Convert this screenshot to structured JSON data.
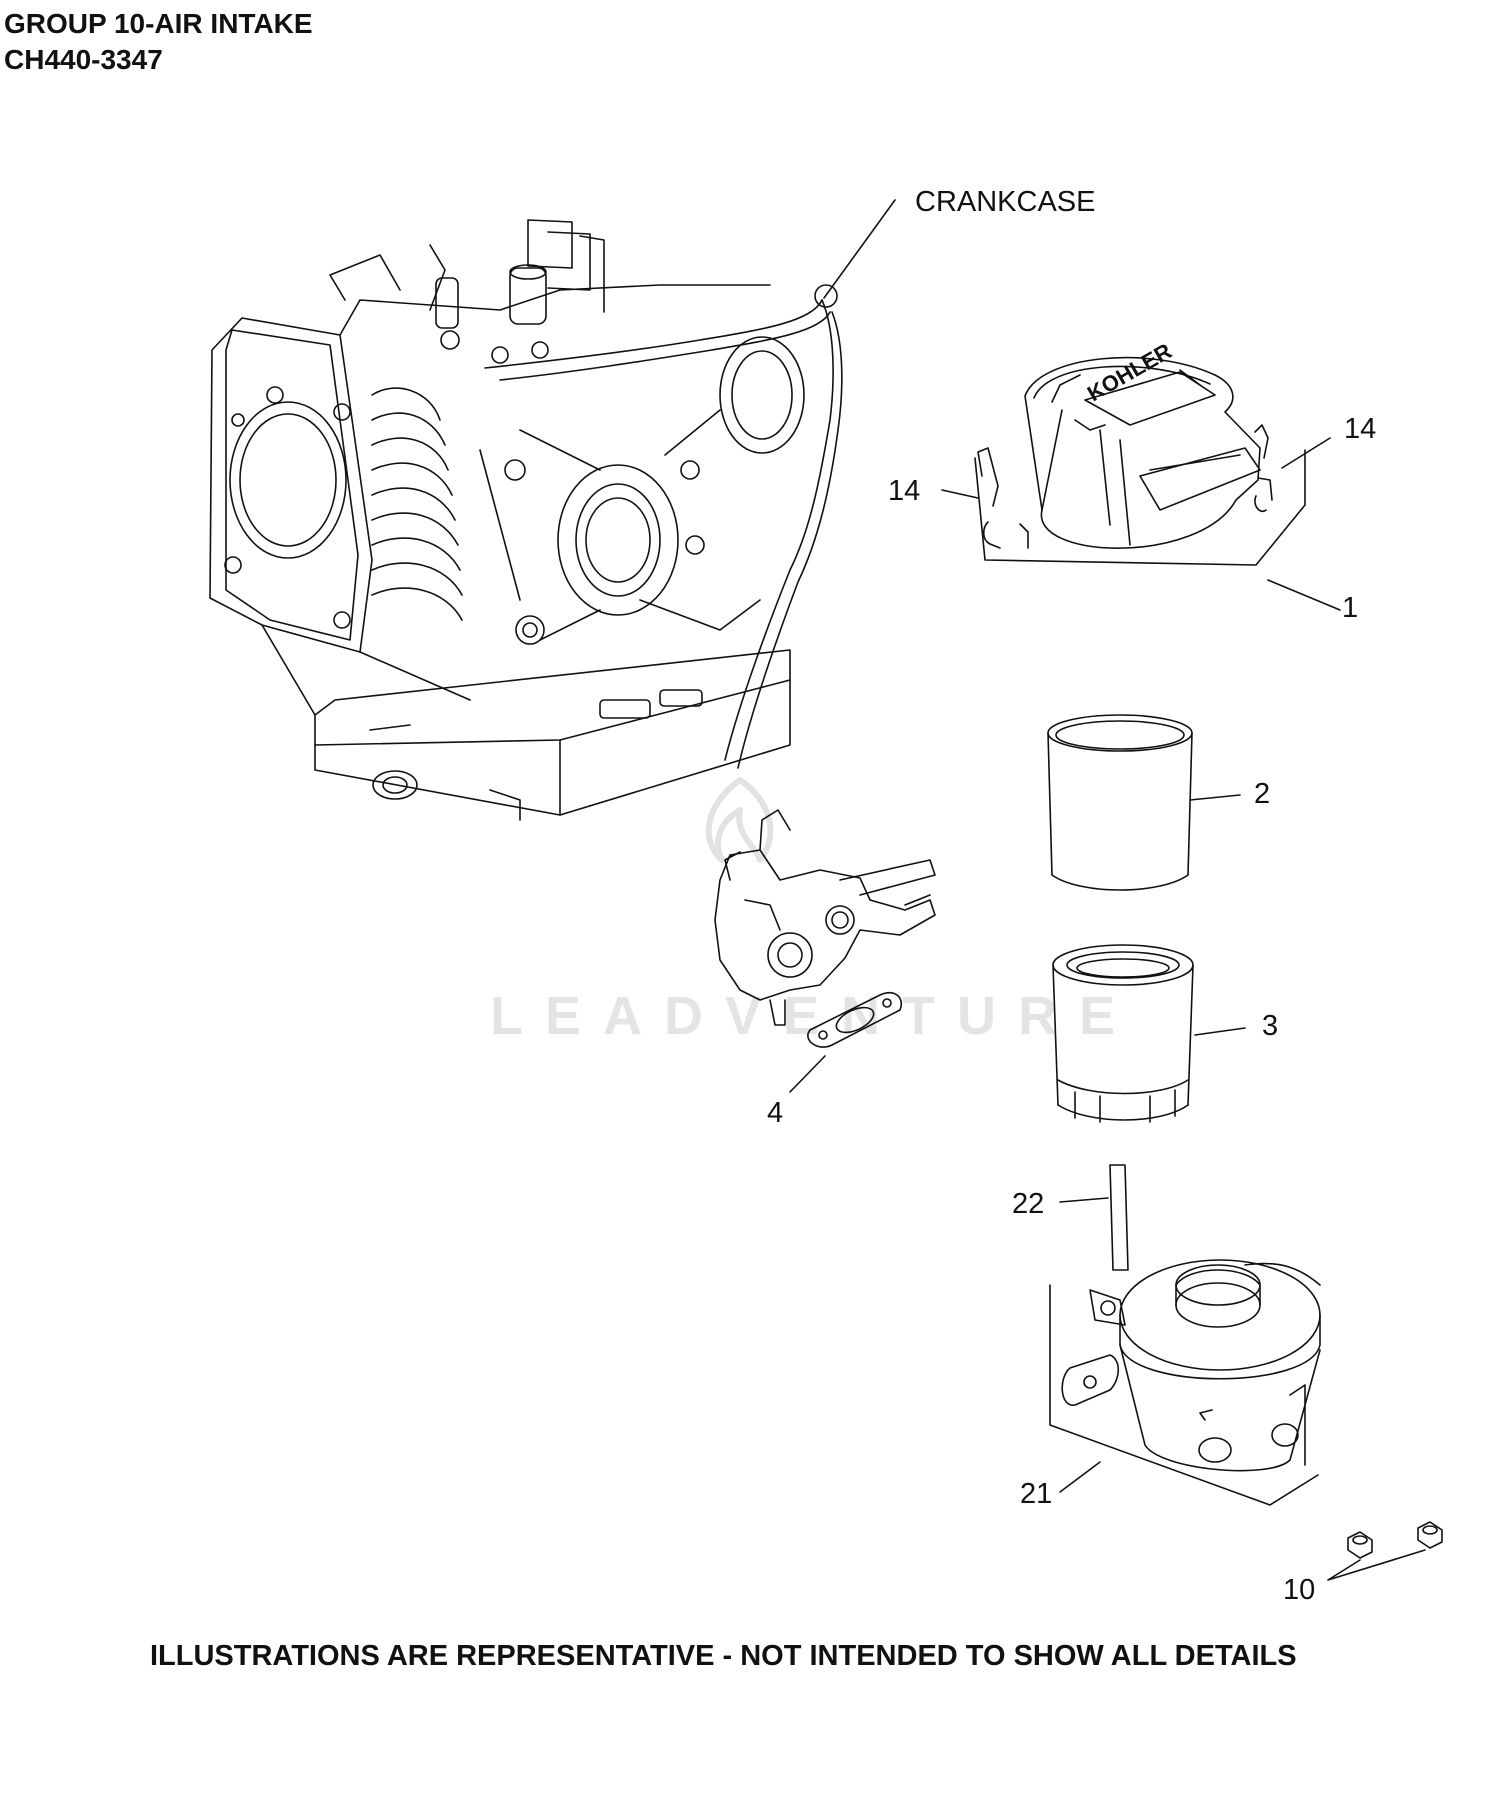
{
  "header": {
    "title": "GROUP 10-AIR INTAKE",
    "model": "CH440-3347"
  },
  "footer": {
    "note": "ILLUSTRATIONS ARE REPRESENTATIVE - NOT INTENDED TO SHOW ALL DETAILS"
  },
  "watermark": {
    "text": "LEADVENTURE"
  },
  "logo": {
    "text": "KOHLER"
  },
  "callouts": {
    "crankcase": "CRANKCASE",
    "p14_right": "14",
    "p14_left": "14",
    "p1": "1",
    "p2": "2",
    "p3": "3",
    "p4": "4",
    "p22": "22",
    "p21": "21",
    "p10": "10"
  }
}
